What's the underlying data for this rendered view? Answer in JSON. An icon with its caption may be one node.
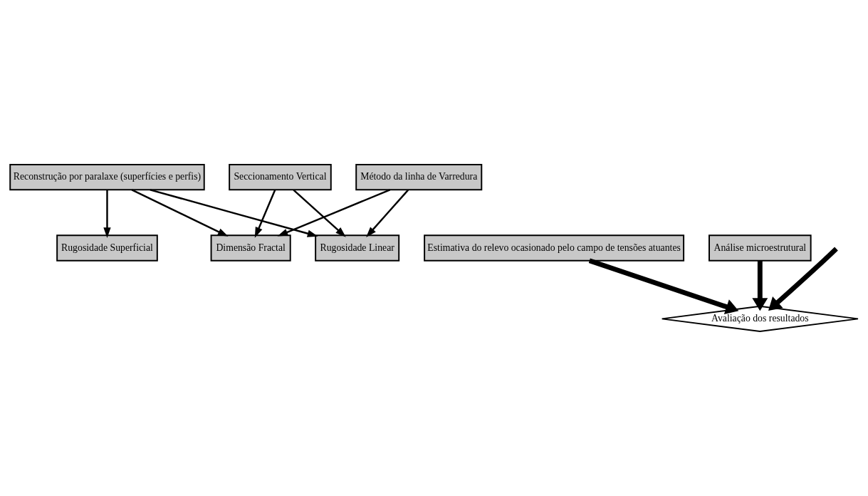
{
  "diagram": {
    "nodes": [
      {
        "text": [
          "Reconstrução por paralaxe (superfícies e perfis)"
        ]
      },
      {
        "text": [
          "Método da linha de Varredura"
        ]
      },
      {
        "text": [
          "Seccionamento Vertical"
        ]
      },
      {
        "text": [
          "Rugosidade Superficial"
        ]
      },
      {
        "text": [
          "Rugosidade Linear"
        ]
      },
      {
        "text": [
          "Dimensão Fractal"
        ]
      },
      {
        "text": [
          "Estimativa do relevo ocasionado pelo campo de tensões atuantes"
        ]
      },
      {
        "text": [
          "Avaliação dos resultados"
        ]
      },
      {
        "text": [
          "Análise microestrutural"
        ]
      }
    ],
    "edges": [
      {
        "from": 0,
        "to": 3,
        "arrow": "to"
      },
      {
        "from": 0,
        "to": 4,
        "arrow": "to"
      },
      {
        "from": 0,
        "to": 5,
        "arrow": "to"
      },
      {
        "from": 1,
        "to": 4,
        "arrow": "to"
      },
      {
        "from": 1,
        "to": 5,
        "arrow": "to"
      },
      {
        "from": 2,
        "to": 4,
        "arrow": "to"
      },
      {
        "from": 2,
        "to": 5,
        "arrow": "to"
      },
      {
        "from": null,
        "to": 7,
        "arrow": "to",
        "style": "thick"
      },
      {
        "from": 6,
        "to": 7,
        "arrow": "to",
        "style": "thick"
      },
      {
        "from": 8,
        "to": 7,
        "arrow": "to",
        "style": "thick"
      }
    ]
  }
}
